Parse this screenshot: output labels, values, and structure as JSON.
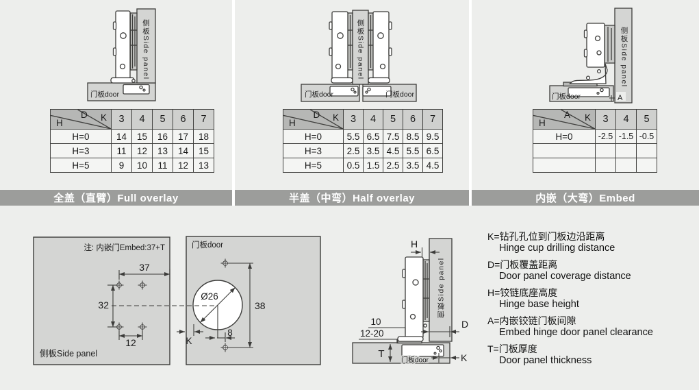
{
  "colors": {
    "background": "#edeeec",
    "banner": "#9c9d9b",
    "panel_fill": "#d4d5d3",
    "table_header": "#cfd0ce",
    "table_corner": "#b6b7b5",
    "line": "#3c3c3a"
  },
  "panels": [
    {
      "banner": "全盖（直臂）Full overlay",
      "side_panel_label": "侧板Side panel",
      "door_label": "门板door",
      "table": {
        "corner": {
          "top": "D",
          "right": "K",
          "bottom": "H"
        },
        "columns": [
          "3",
          "4",
          "5",
          "6",
          "7"
        ],
        "rows": [
          {
            "label": "H=0",
            "values": [
              "14",
              "15",
              "16",
              "17",
              "18"
            ]
          },
          {
            "label": "H=3",
            "values": [
              "11",
              "12",
              "13",
              "14",
              "15"
            ]
          },
          {
            "label": "H=5",
            "values": [
              "9",
              "10",
              "11",
              "12",
              "13"
            ]
          }
        ]
      }
    },
    {
      "banner": "半盖（中弯）Half overlay",
      "side_panel_label": "侧板Side panel",
      "door_label_left": "门板door",
      "door_label_right": "门板door",
      "table": {
        "corner": {
          "top": "D",
          "right": "K",
          "bottom": "H"
        },
        "columns": [
          "3",
          "4",
          "5",
          "6",
          "7"
        ],
        "rows": [
          {
            "label": "H=0",
            "values": [
              "5.5",
              "6.5",
              "7.5",
              "8.5",
              "9.5"
            ]
          },
          {
            "label": "H=3",
            "values": [
              "2.5",
              "3.5",
              "4.5",
              "5.5",
              "6.5"
            ]
          },
          {
            "label": "H=5",
            "values": [
              "0.5",
              "1.5",
              "2.5",
              "3.5",
              "4.5"
            ]
          }
        ]
      }
    },
    {
      "banner": "内嵌（大弯）Embed",
      "side_panel_label": "侧板Side panel",
      "door_label": "门板door",
      "clearance_label": "A",
      "table": {
        "corner": {
          "top": "A",
          "right": "K",
          "bottom": "H"
        },
        "columns": [
          "3",
          "4",
          "5"
        ],
        "rows": [
          {
            "label": "H=0",
            "values": [
              "-2.5",
              "-1.5",
              "-0.5"
            ]
          },
          {
            "label": "",
            "values": [
              "",
              "",
              ""
            ]
          },
          {
            "label": "",
            "values": [
              "",
              "",
              ""
            ]
          }
        ]
      }
    }
  ],
  "drilling": {
    "side_panel": {
      "note": "注: 内嵌门Embed:37+T",
      "label": "侧板Side panel",
      "dim_edge": "37",
      "dim_vertical": "32",
      "dim_holes": "12"
    },
    "door": {
      "label": "门板door",
      "cup_diameter": "Ø26",
      "dim_height": "38",
      "dim_offset": "8",
      "dim_k": "K"
    }
  },
  "side_view": {
    "side_panel_label": "侧板Side panel",
    "door_label": "门板door",
    "dim_h": "H",
    "dim_d": "D",
    "dim_k": "K",
    "dim_t": "T",
    "dim_plate": "10",
    "dim_door_range": "12-20"
  },
  "legend": [
    {
      "term": "K=钻孔孔位到门板边沿距离",
      "desc": "Hinge cup drilling distance"
    },
    {
      "term": "D=门板覆盖距离",
      "desc": "Door panel coverage distance"
    },
    {
      "term": "H=铰链底座高度",
      "desc": "Hinge base height"
    },
    {
      "term": "A=内嵌铰链门板间隙",
      "desc": "Embed hinge door panel clearance"
    },
    {
      "term": "T=门板厚度",
      "desc": "Door panel thickness"
    }
  ]
}
